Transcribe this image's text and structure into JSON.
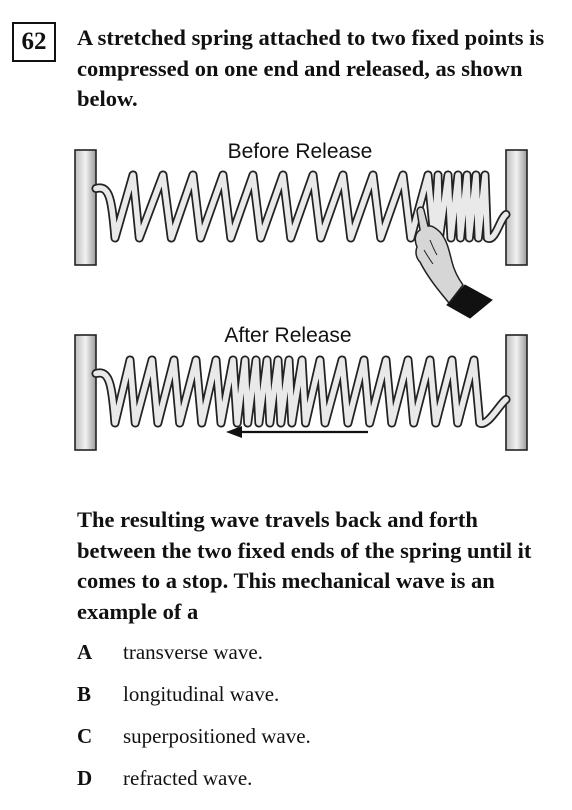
{
  "question": {
    "number": "62",
    "stem": "A stretched spring attached to two fixed points is compressed on one end and released, as shown below.",
    "prompt": "The resulting wave travels back and forth between the two fixed ends of the spring until it comes to a stop. This mechanical wave is an example of a"
  },
  "figure": {
    "before_label": "Before Release",
    "after_label": "After Release"
  },
  "choices": [
    {
      "letter": "A",
      "text": "transverse wave."
    },
    {
      "letter": "B",
      "text": "longitudinal wave."
    },
    {
      "letter": "C",
      "text": "superpositioned wave."
    },
    {
      "letter": "D",
      "text": "refracted wave."
    }
  ]
}
